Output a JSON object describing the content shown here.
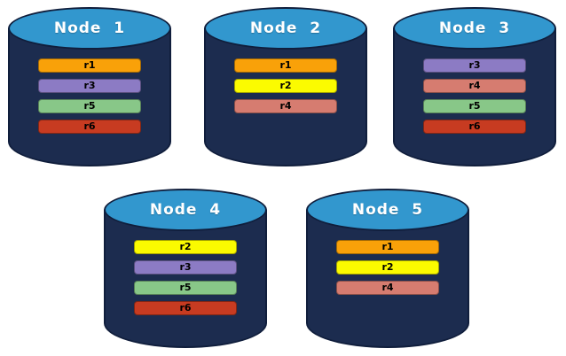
{
  "diagram": {
    "description_colors": {
      "cylinder_top": "#3297CE",
      "cylinder_body": "#1C2C4F",
      "cylinder_border": "#101E3C",
      "title_text": "#FFFFFF",
      "bar_text": "#000000",
      "page_background": "#FFFFFF"
    },
    "replica_colors": {
      "r1": "#F9A109",
      "r2": "#FBFB00",
      "r3": "#8C7BC4",
      "r4": "#D67C70",
      "r5": "#88C788",
      "r6": "#C73B21"
    },
    "nodes": [
      {
        "title": "Node  1",
        "replicas": [
          "r1",
          "r3",
          "r5",
          "r6"
        ]
      },
      {
        "title": "Node  2",
        "replicas": [
          "r1",
          "r2",
          "r4"
        ]
      },
      {
        "title": "Node  3",
        "replicas": [
          "r3",
          "r4",
          "r5",
          "r6"
        ]
      },
      {
        "title": "Node  4",
        "replicas": [
          "r2",
          "r3",
          "r5",
          "r6"
        ]
      },
      {
        "title": "Node  5",
        "replicas": [
          "r1",
          "r2",
          "r4"
        ]
      }
    ]
  }
}
